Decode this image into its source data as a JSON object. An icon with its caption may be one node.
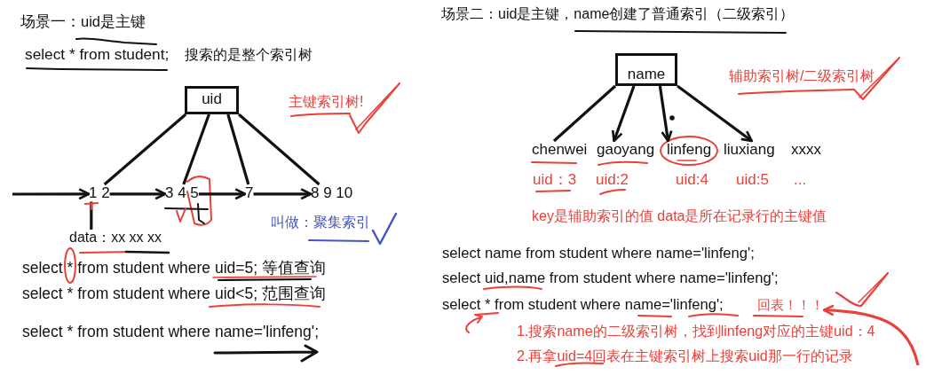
{
  "diagram": {
    "nodes": [
      {
        "text": [
          "uid"
        ]
      },
      {
        "text": [
          "1 2"
        ]
      },
      {
        "text": [
          "3 4 5"
        ]
      },
      {
        "text": [
          "7"
        ]
      },
      {
        "text": [
          "8 9 10"
        ]
      },
      {
        "text": [
          "data：xx xx xx"
        ]
      },
      {
        "text": [
          "name"
        ]
      },
      {
        "text": [
          "chenwei"
        ],
        "beside": [
          "uid：3"
        ]
      },
      {
        "text": [
          "gaoyang"
        ],
        "beside": [
          "uid:2"
        ]
      },
      {
        "text": [
          "linfeng"
        ],
        "beside": [
          "uid:4"
        ]
      },
      {
        "text": [
          "liuxiang"
        ],
        "beside": [
          "uid:5"
        ]
      },
      {
        "text": [
          "xxxx"
        ],
        "beside": [
          "..."
        ]
      },
      {
        "text": [
          "回表！！！"
        ]
      }
    ],
    "edges": [
      {
        "from": 0,
        "to": 1,
        "arrow": "none"
      },
      {
        "from": 0,
        "to": 2,
        "arrow": "none"
      },
      {
        "from": 0,
        "to": 3,
        "arrow": "none"
      },
      {
        "from": 0,
        "to": 4,
        "arrow": "none"
      },
      {
        "from": null,
        "to": 1,
        "arrow": "to"
      },
      {
        "from": 1,
        "to": 2,
        "arrow": "to"
      },
      {
        "from": 2,
        "to": 3,
        "arrow": "to"
      },
      {
        "from": 3,
        "to": 4,
        "arrow": "to"
      },
      {
        "from": 1,
        "to": 5,
        "arrow": "none"
      },
      {
        "from": 6,
        "to": 7,
        "arrow": "none"
      },
      {
        "from": 6,
        "to": 8,
        "arrow": "to"
      },
      {
        "from": 6,
        "to": 9,
        "arrow": "to"
      },
      {
        "from": 6,
        "to": 10,
        "arrow": "to"
      },
      {
        "from": null,
        "to": 12,
        "arrow": "to",
        "color": "#e8413a"
      }
    ],
    "labels": [
      "场景一：uid是主键",
      "select * from student;",
      "搜索的是整个索引树",
      "主键索引树!",
      "叫做：聚集索引",
      "select * from student where uid=5; 等值查询",
      "select * from student where uid<5; 范围查询",
      "select * from student where name='linfeng';",
      "场景二：uid是主键，name创建了普通索引（二级索引）",
      "辅助索引树/二级索引树",
      "key是辅助索引的值 data是所在记录行的主键值",
      "select name from student where name='linfeng';",
      "select uid,name from student where name='linfeng';",
      "select * from student where name='linfeng';",
      "1.搜索name的二级索引树，找到linfeng对应的主键uid：4",
      "2.再拿uid=4回表在主键索引树上搜索uid那一行的记录"
    ]
  }
}
